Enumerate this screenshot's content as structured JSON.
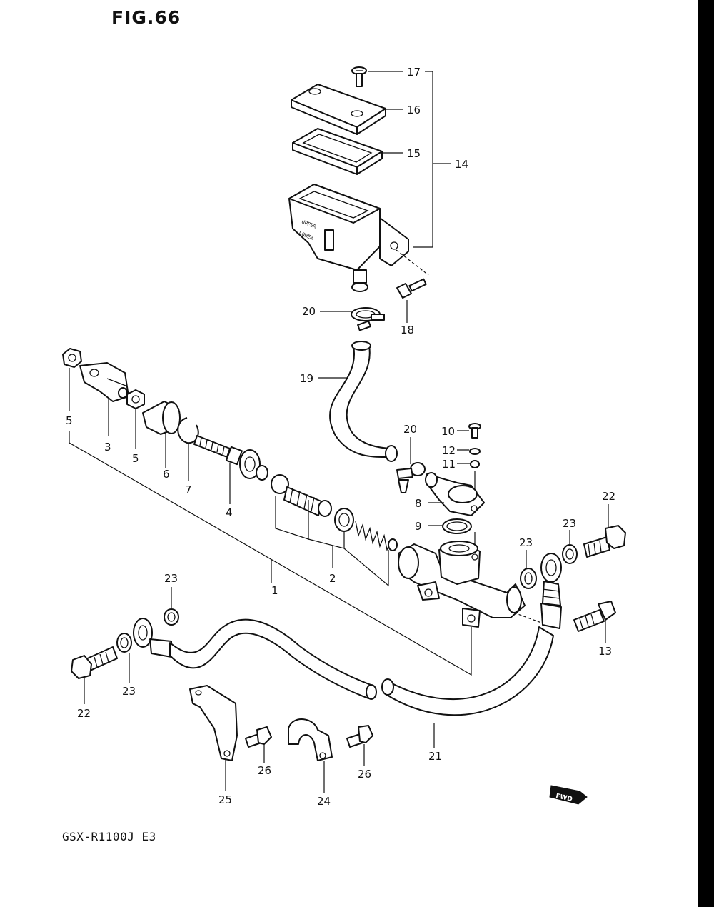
{
  "figure": {
    "title": "FIG.66",
    "model_code": "GSX-R1100J  E3",
    "fwd_label": "FWD"
  },
  "callouts": [
    "1",
    "2",
    "3",
    "4",
    "5",
    "5",
    "6",
    "7",
    "8",
    "9",
    "10",
    "11",
    "12",
    "13",
    "14",
    "15",
    "16",
    "17",
    "18",
    "19",
    "20",
    "20",
    "21",
    "22",
    "22",
    "23",
    "23",
    "23",
    "23",
    "24",
    "25",
    "26",
    "26"
  ]
}
